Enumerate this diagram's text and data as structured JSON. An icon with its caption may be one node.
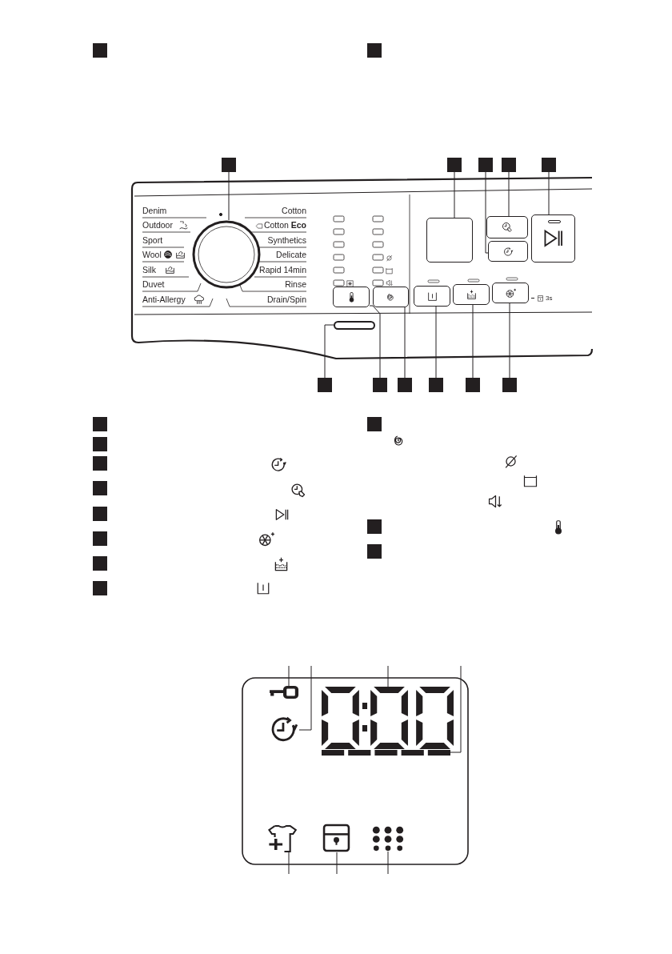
{
  "diagram": {
    "nodes": [
      {
        "text": [],
        "shape": "box"
      },
      {
        "text": [],
        "shape": "box"
      },
      {
        "text": [],
        "shape": "box"
      },
      {
        "text": [],
        "shape": "box"
      },
      {
        "text": [],
        "shape": "box"
      },
      {
        "text": [],
        "shape": "box"
      },
      {
        "text": [],
        "shape": "box"
      },
      {
        "text": [],
        "shape": "box"
      },
      {
        "text": [],
        "shape": "box"
      },
      {
        "text": [],
        "shape": "box"
      },
      {
        "text": [],
        "shape": "box"
      },
      {
        "text": [],
        "shape": "box"
      },
      {
        "text": [],
        "shape": "box"
      },
      {
        "text": [],
        "shape": "circle"
      },
      {
        "text": [],
        "shape": "box"
      },
      {
        "text": [],
        "shape": "box"
      },
      {
        "text": [],
        "shape": "box"
      },
      {
        "text": [],
        "shape": "box"
      },
      {
        "text": [],
        "shape": "bar"
      },
      {
        "text": [],
        "shape": "box"
      },
      {
        "text": [],
        "shape": "box"
      },
      {
        "text": [],
        "shape": "box"
      },
      {
        "text": [],
        "shape": "box"
      },
      {
        "text": [],
        "shape": "box"
      },
      {
        "text": [],
        "shape": "box"
      },
      {
        "text": [],
        "shape": "box"
      },
      {
        "text": [],
        "shape": "box"
      },
      {
        "text": [],
        "shape": "box"
      },
      {
        "text": [],
        "shape": "box"
      },
      {
        "text": [],
        "shape": "box"
      },
      {
        "text": [],
        "shape": "box"
      },
      {
        "text": [],
        "shape": "box"
      },
      {
        "text": [],
        "shape": "box"
      },
      {
        "text": [],
        "shape": "box"
      },
      {
        "text": [],
        "shape": "box"
      },
      {
        "text": [],
        "shape": "picture"
      },
      {
        "text": [],
        "shape": "picture"
      },
      {
        "text": [],
        "shape": "picture"
      },
      {
        "text": [],
        "shape": "picture"
      },
      {
        "text": [],
        "shape": "picture"
      },
      {
        "text": [],
        "shape": "picture"
      },
      {
        "text": [],
        "shape": "picture"
      }
    ],
    "edges": [
      {
        "from": 2,
        "to": 13,
        "arrow": "none"
      },
      {
        "from": 3,
        "to": 14,
        "arrow": "none"
      },
      {
        "from": 4,
        "to": 16,
        "arrow": "none"
      },
      {
        "from": 5,
        "to": 15,
        "arrow": "none"
      },
      {
        "from": 6,
        "to": 17,
        "arrow": "none"
      },
      {
        "from": 7,
        "to": 18,
        "arrow": "none"
      },
      {
        "from": 8,
        "to": 19,
        "arrow": "none"
      },
      {
        "from": 9,
        "to": 20,
        "arrow": "none"
      },
      {
        "from": 10,
        "to": 21,
        "arrow": "none"
      },
      {
        "from": 11,
        "to": 22,
        "arrow": "none"
      },
      {
        "from": 12,
        "to": 23,
        "arrow": "none"
      },
      {
        "from": null,
        "to": 35,
        "arrow": "none"
      },
      {
        "from": null,
        "to": 36,
        "arrow": "none"
      },
      {
        "from": null,
        "to": 37,
        "arrow": "none"
      },
      {
        "from": null,
        "to": 38,
        "arrow": "none"
      },
      {
        "from": null,
        "to": 39,
        "arrow": "none"
      },
      {
        "from": null,
        "to": 40,
        "arrow": "none"
      },
      {
        "from": null,
        "to": 41,
        "arrow": "none"
      }
    ],
    "labels": [
      "Denim",
      "Cotton",
      "Outdoor",
      "Cotton **Eco**",
      "Sport",
      "Synthetics",
      "Wool",
      "Delicate",
      "Silk",
      "Rapid 14min",
      "Duvet",
      "Rinse",
      "Anti-Allergy",
      "Drain/Spin",
      "3s"
    ]
  }
}
